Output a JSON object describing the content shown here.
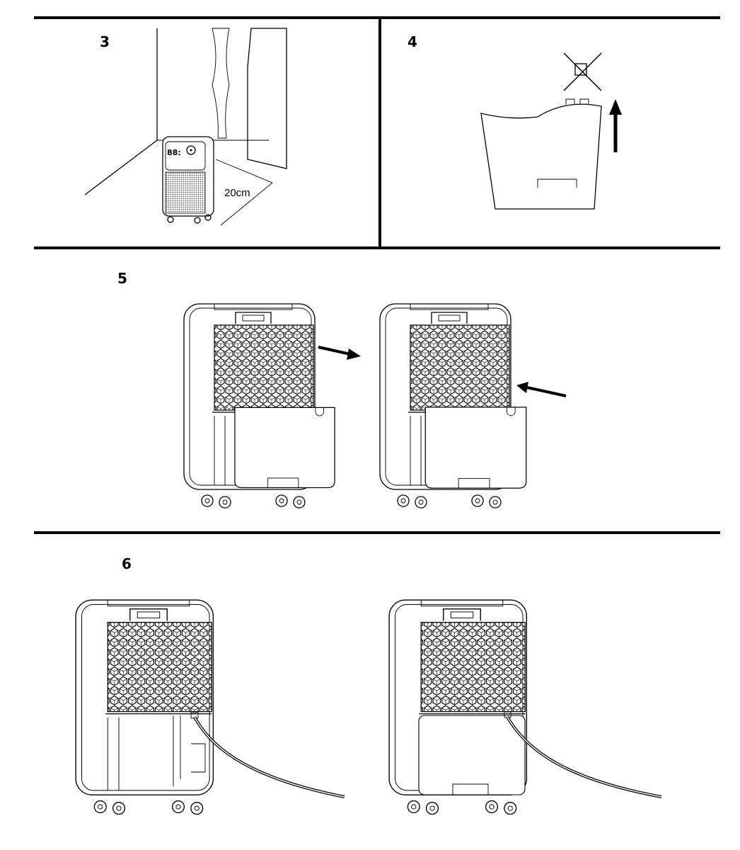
{
  "steps": {
    "step3": {
      "number": "3",
      "distance_label": "20cm"
    },
    "step4": {
      "number": "4"
    },
    "step5": {
      "number": "5"
    },
    "step6": {
      "number": "6"
    }
  },
  "colors": {
    "ink": "#000000",
    "background": "#ffffff"
  }
}
